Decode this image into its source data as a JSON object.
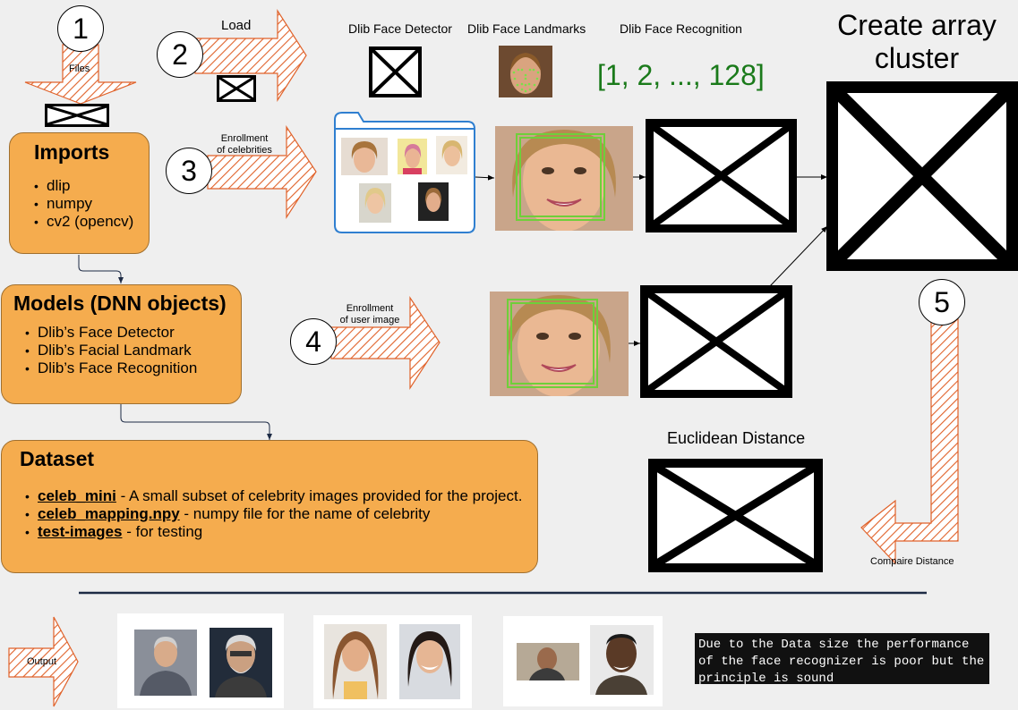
{
  "steps": {
    "s1": "1",
    "s2": "2",
    "s3": "3",
    "s4": "4",
    "s5": "5",
    "files": "Files",
    "load": "Load",
    "enroll_celeb_1": "Enrollment",
    "enroll_celeb_2": "of celebrities",
    "enroll_user_1": "Enrollment",
    "enroll_user_2": "of user image",
    "compare": "Compaire Distance",
    "output": "Output"
  },
  "headers": {
    "detector": "Dlib Face Detector",
    "landmarks": "Dlib Face Landmarks",
    "recognition": "Dlib Face Recognition",
    "vector": "[1, 2, ..., 128]",
    "create_1": "Create array",
    "create_2": "cluster",
    "euclid": "Euclidean Distance"
  },
  "imports": {
    "title": "Imports",
    "items": [
      "dlip",
      "numpy",
      "cv2 (opencv)"
    ]
  },
  "models": {
    "title": "Models (DNN objects)",
    "items": [
      "Dlib’s Face Detector",
      "Dlib’s Facial Landmark",
      "Dlib’s Face Recognition"
    ]
  },
  "dataset": {
    "title": "Dataset",
    "items": [
      {
        "name": "celeb_mini",
        "desc": " - A small subset of celebrity images provided for the project."
      },
      {
        "name": "celeb_mapping.npy",
        "desc": " - numpy file for the name of celebrity"
      },
      {
        "name": "test-images",
        "desc": " - for testing"
      }
    ]
  },
  "note": "Due to the Data size the performance\nof the face recognizer is poor but the\nprinciple is sound",
  "colors": {
    "box_fill": "#f5ac4e",
    "arrow_stroke": "#e0622a",
    "vector_text": "#1a7a1a",
    "face_box": "#6fcf3a",
    "divider": "#1d2b45"
  }
}
